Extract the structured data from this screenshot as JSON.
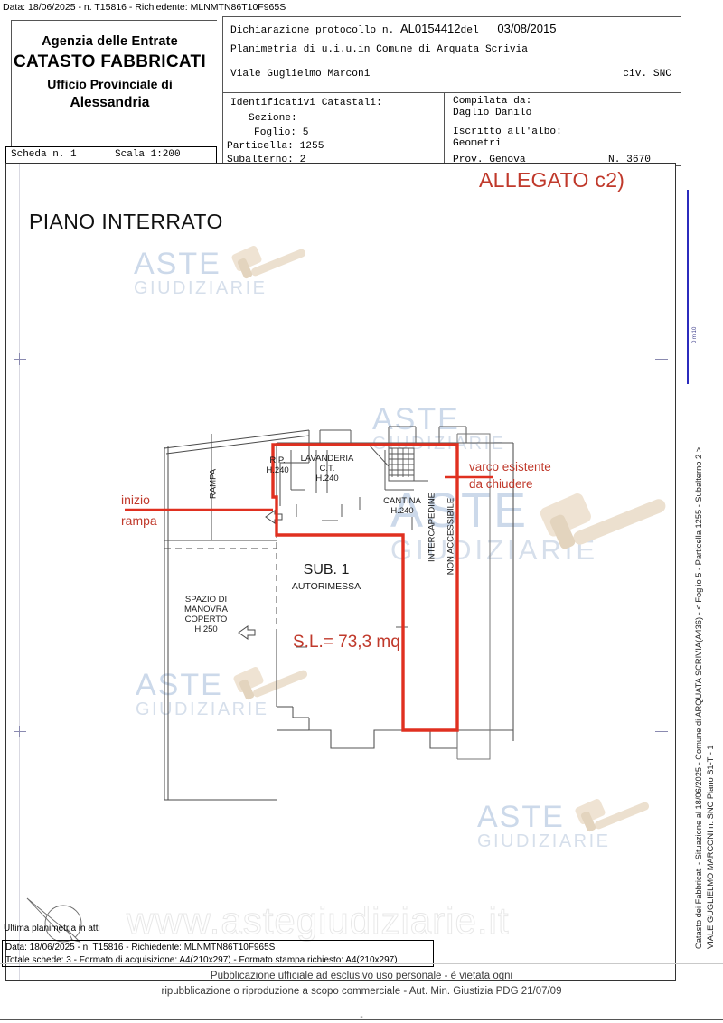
{
  "top_strip": {
    "text": "Data: 18/06/2025 - n. T15816 - Richiedente: MLNMTN86T10F965S"
  },
  "agency": {
    "line1": "Agenzia delle Entrate",
    "line2": "CATASTO FABBRICATI",
    "line3": "Ufficio Provinciale di",
    "line4": "Alessandria"
  },
  "scheda": {
    "numero": "Scheda n. 1",
    "scala": "Scala 1:200"
  },
  "protocol": {
    "decl_prefix": "Dichiarazione protocollo n.",
    "decl_number": "AL0154412",
    "decl_del": "del",
    "decl_date": "03/08/2015",
    "planimetry": "Planimetria di u.i.u.in Comune di Arquata Scrivia",
    "address": "Viale Guglielmo Marconi",
    "civico": "civ. SNC",
    "ident_title": "Identificativi Catastali:",
    "sezione": "Sezione:",
    "foglio": "Foglio: 5",
    "particella": "Particella: 1255",
    "subalterno": "Subalterno: 2",
    "compiled_title": "Compilata da:",
    "compiled_name": "Daglio Danilo",
    "albo_title": "Iscritto all'albo:",
    "albo_value": "Geometri",
    "prov": "Prov. Genova",
    "albo_number": "N. 3670"
  },
  "drawing": {
    "allegato": "ALLEGATO c2)",
    "floor_title": "PIANO INTERRATO",
    "surface_label": "S.L.= 73,3 mq",
    "inizio_rampa": [
      "inizio",
      "rampa"
    ],
    "varco": [
      "varco esistente",
      "da chiudere"
    ],
    "rooms": {
      "rampa": "RAMPA",
      "rip": [
        "RIP.",
        "H.240"
      ],
      "lavanderia": [
        "LAVANDERIA",
        "C.T.",
        "H.240"
      ],
      "cantina": [
        "CANTINA",
        "H.240"
      ],
      "sub": "SUB. 1",
      "sub_use": "AUTORIMESSA",
      "spazio": [
        "SPAZIO DI",
        "MANOVRA",
        "COPERTO",
        "H.250"
      ],
      "intercapedine": [
        "INTERCAPEDINE",
        "NON ACCESSIBILE"
      ]
    }
  },
  "right_strip": {
    "line1": "Catasto dei Fabbricati - Situazione al 18/06/2025 - Comune di ARQUATA SCRIVIA(A436) - < Foglio 5 - Particella  1255 - Subalterno 2 >",
    "line2": "VIALE GUGLIELMO MARCONI n. SNC Piano S1-T - 1",
    "scale_note": "0 m 10"
  },
  "footer": {
    "ultima": "Ultima planimetria in atti",
    "data_line": "Data: 18/06/2025 - n. T15816 - Richiedente: MLNMTN86T10F965S",
    "totale_line": "Totale schede: 3 - Formato di acquisizione: A4(210x297)  - Formato stampa richiesto: A4(210x297)",
    "disclaimer1": "Pubblicazione ufficiale ad esclusivo uso personale - è vietata ogni",
    "disclaimer2": "ripubblicazione o riproduzione a scopo commerciale - Aut. Min. Giustizia PDG 21/07/09",
    "dash": "-"
  },
  "watermarks": {
    "aste": "ASTE",
    "giudiziarie": "GIUDIZIARIE",
    "url": "www.astegiudiziarie.it"
  },
  "colors": {
    "red": "#c0392b",
    "plan_red": "#e03020",
    "watermark_blue": "#ccd9ea",
    "gavel": "#efe3d3",
    "blue_bar": "#2b2bbd"
  }
}
